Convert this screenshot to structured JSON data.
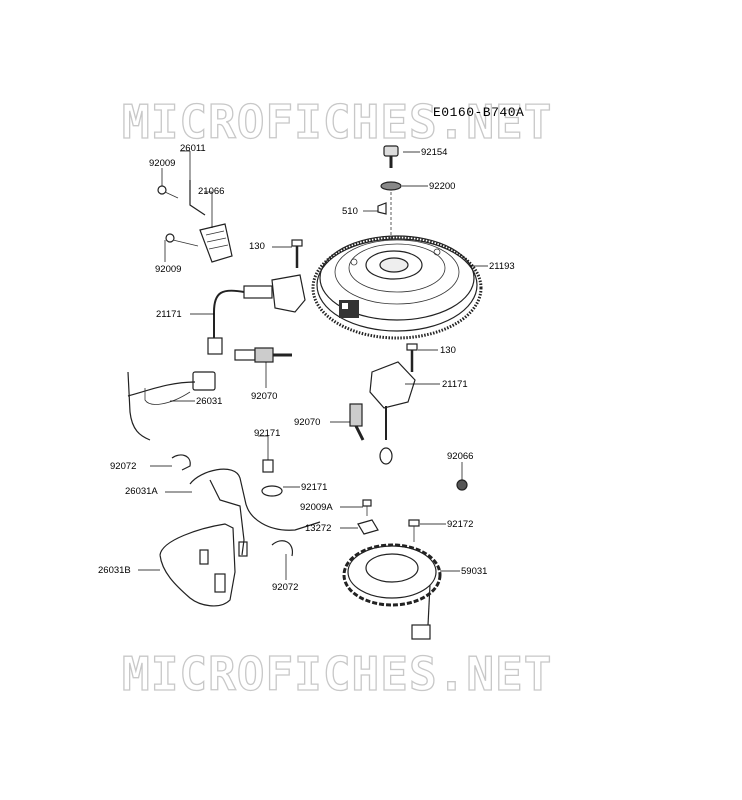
{
  "diagram": {
    "code": "E0160-B740A",
    "watermark": "MICROFICHES.NET",
    "labels": {
      "p26011": "26011",
      "p92009a": "92009",
      "p21066": "21066",
      "p92009b": "92009",
      "p130a": "130",
      "p21171a": "21171",
      "p92070a": "92070",
      "p26031": "26031",
      "p92171a": "92171",
      "p92072a": "92072",
      "p26031a": "26031A",
      "p92171b": "92171",
      "p26031b": "26031B",
      "p92072b": "92072",
      "p92154": "92154",
      "p92200": "92200",
      "p510": "510",
      "p21193": "21193",
      "p130b": "130",
      "p21171b": "21171",
      "p92070b": "92070",
      "p92066": "92066",
      "p92009c": "92009A",
      "p92172": "92172",
      "p13272": "13272",
      "p59031": "59031"
    }
  }
}
